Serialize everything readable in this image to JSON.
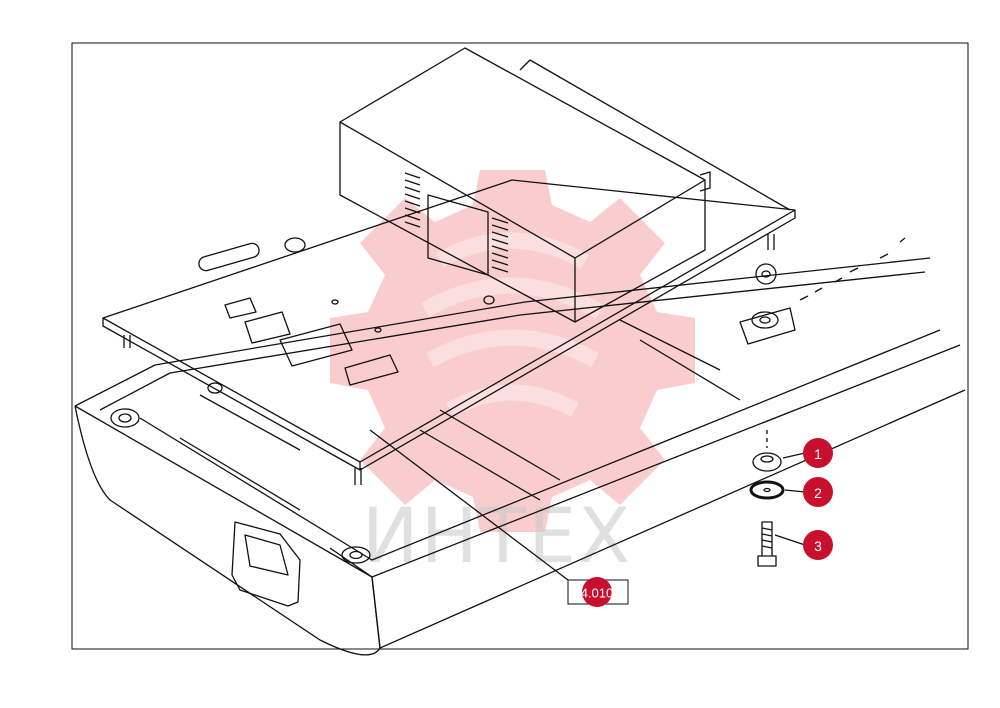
{
  "watermark": {
    "text": "ИНТЕХ",
    "color": "#e94b4b"
  },
  "callouts": [
    {
      "label": "1"
    },
    {
      "label": "2"
    },
    {
      "label": "3"
    }
  ],
  "reference": {
    "label": "4.010",
    "color": "#c8102e"
  },
  "colors": {
    "line": "#111111",
    "callout": "#c8102e"
  }
}
